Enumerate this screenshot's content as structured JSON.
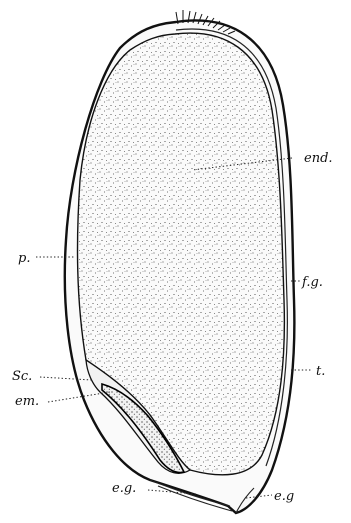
{
  "figure": {
    "labels": {
      "end": "end.",
      "p": "p.",
      "fg": "f.g.",
      "sc": "Sc.",
      "em": "em.",
      "t": "t.",
      "eg_left": "e.g.",
      "eg_right": "e.g"
    }
  }
}
